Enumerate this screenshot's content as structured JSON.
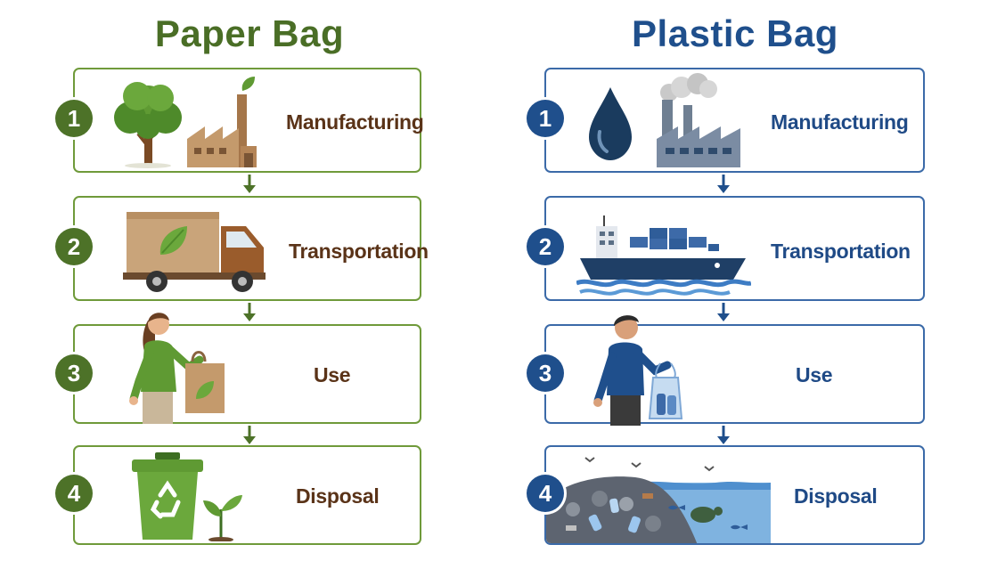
{
  "paper": {
    "title": "Paper Bag",
    "steps": [
      {
        "number": "1",
        "label": "Manufacturing"
      },
      {
        "number": "2",
        "label": "Transportation"
      },
      {
        "number": "3",
        "label": "Use"
      },
      {
        "number": "4",
        "label": "Disposal"
      }
    ]
  },
  "plastic": {
    "title": "Plastic Bag",
    "steps": [
      {
        "number": "1",
        "label": "Manufacturing"
      },
      {
        "number": "2",
        "label": "Transportation"
      },
      {
        "number": "3",
        "label": "Use"
      },
      {
        "number": "4",
        "label": "Disposal"
      }
    ]
  },
  "colors": {
    "paper_green": "#4d7228",
    "paper_border": "#6f9a3a",
    "paper_label_brown": "#5a3318",
    "plastic_blue": "#1f4f8c",
    "plastic_border": "#3b6aa8"
  },
  "icons": {
    "paper": [
      "tree-icon",
      "factory-icon",
      "delivery-truck-icon",
      "woman-with-paper-bag-icon",
      "recycling-bin-icon",
      "sprout-icon"
    ],
    "plastic": [
      "oil-drop-icon",
      "smokestack-factory-icon",
      "cargo-ship-icon",
      "man-with-plastic-bag-icon",
      "landfill-ocean-pollution-icon"
    ]
  }
}
